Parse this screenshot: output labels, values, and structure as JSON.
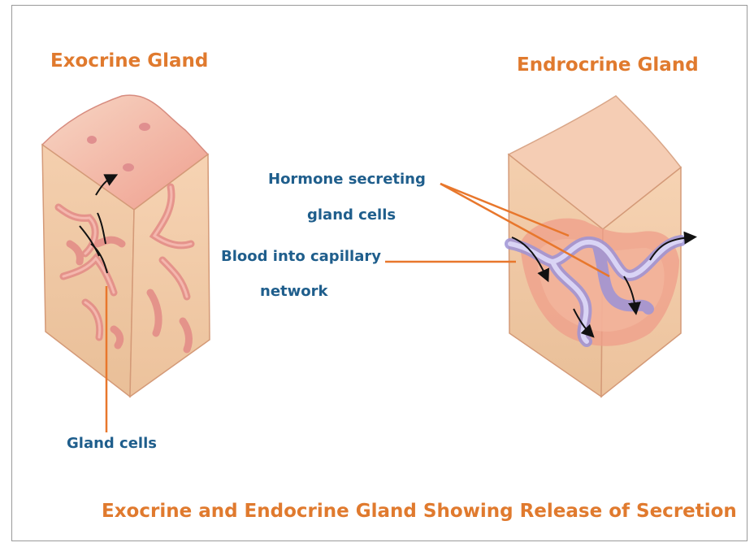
{
  "diagram": {
    "exocrine": {
      "title": "Exocrine Gland",
      "label_gland_cells": "Gland cells"
    },
    "endocrine": {
      "title": "Endrocrine Gland",
      "label_hormone_line1": "Hormone secreting",
      "label_hormone_line2": "gland cells",
      "label_blood_line1": "Blood into capillary",
      "label_blood_line2": "network"
    },
    "caption": "Exocrine and Endocrine Gland Showing Release of Secretion"
  },
  "colors": {
    "title_orange": "#e07a2e",
    "label_blue": "#1f5e8c",
    "leader_orange": "#e8772c",
    "tissue_top": "#f4c3a8",
    "tissue_side": "#f1cfae",
    "vessel_purple": "#b9b2e6"
  }
}
